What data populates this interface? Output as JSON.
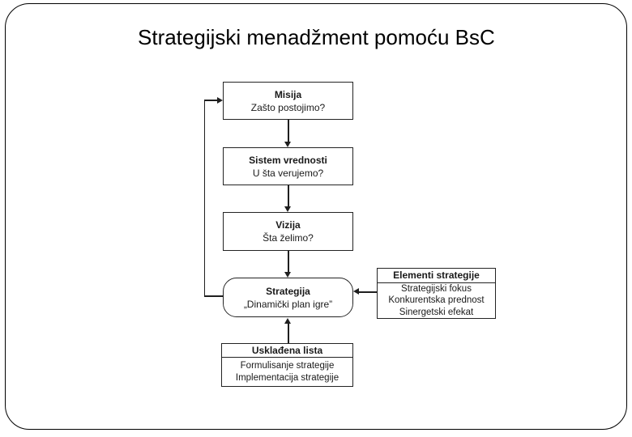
{
  "colors": {
    "background": "#ffffff",
    "line": "#1f1f1f",
    "text": "#1a1a1a",
    "title": "#000000"
  },
  "slide": {
    "title": "Strategijski menadžment pomoću BsC"
  },
  "flowchart": {
    "misija": {
      "heading": "Misija",
      "question": "Zašto postojimo?"
    },
    "sistem_vrednosti": {
      "heading": "Sistem vrednosti",
      "question": "U šta verujemo?"
    },
    "vizija": {
      "heading": "Vizija",
      "question": "Šta želimo?"
    },
    "strategija": {
      "heading": "Strategija",
      "question": "„Dinamički plan igre”"
    },
    "elementi_strategije": {
      "heading": "Elementi strategije",
      "items": [
        "Strategijski fokus",
        "Konkurentska prednost",
        "Sinergetski efekat"
      ]
    },
    "uskladjena_lista": {
      "heading": "Usklađena lista",
      "items": [
        "Formulisanje strategije",
        "Implementacija strategije"
      ]
    }
  }
}
